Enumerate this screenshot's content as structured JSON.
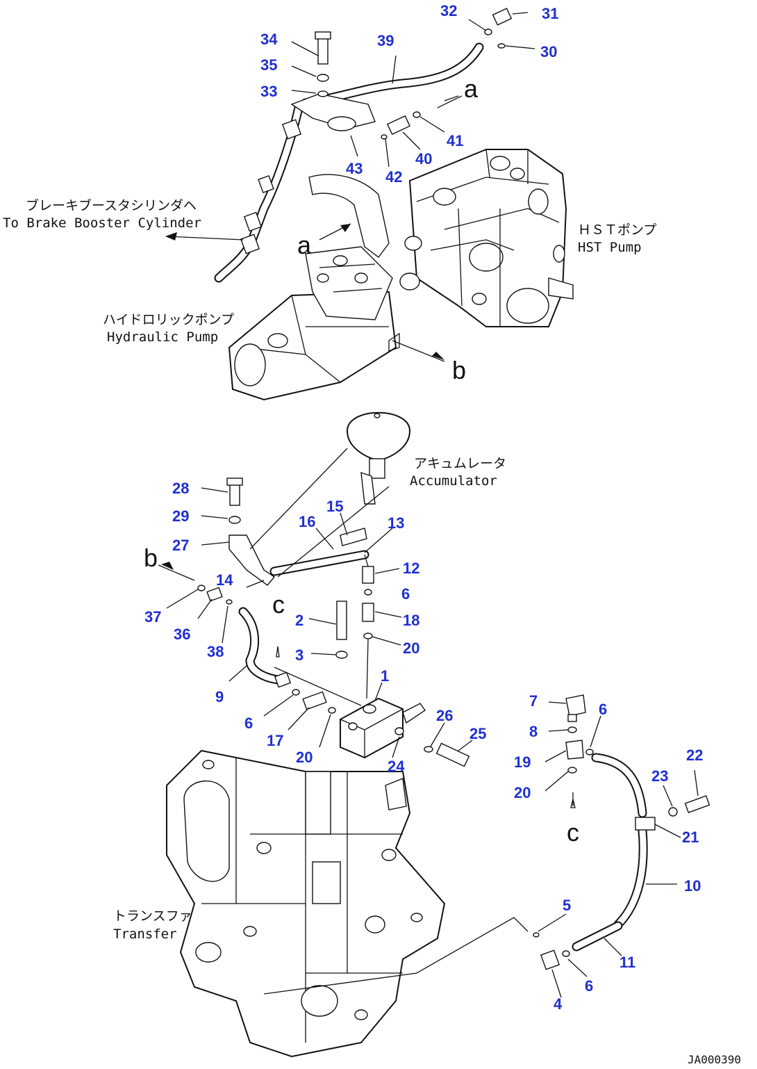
{
  "diagram": {
    "drawing_code": "JA000390",
    "labels": {
      "brake_booster_jp": "ブレーキブースタシリンダヘ",
      "brake_booster_en": "To Brake Booster Cylinder",
      "hst_pump_jp": "ＨＳＴポンプ",
      "hst_pump_en": "HST Pump",
      "hydraulic_pump_jp": "ハイドロリックポンプ",
      "hydraulic_pump_en": "Hydraulic Pump",
      "accumulator_jp": "アキュムレータ",
      "accumulator_en": "Accumulator",
      "transfer_jp": "トランスファ",
      "transfer_en": "Transfer"
    },
    "refs": {
      "a_top": "a",
      "a_mid": "a",
      "b_pump": "b",
      "b_left": "b",
      "c_left": "c",
      "c_right": "c"
    },
    "part_numbers": {
      "p1": "1",
      "p2": "2",
      "p3": "3",
      "p4": "4",
      "p5": "5",
      "p6a": "6",
      "p6b": "6",
      "p6c": "6",
      "p6d": "6",
      "p7": "7",
      "p8": "8",
      "p9": "9",
      "p10": "10",
      "p11": "11",
      "p12": "12",
      "p13": "13",
      "p14": "14",
      "p15": "15",
      "p16": "16",
      "p17": "17",
      "p18": "18",
      "p19": "19",
      "p20a": "20",
      "p20b": "20",
      "p20c": "20",
      "p21": "21",
      "p22": "22",
      "p23": "23",
      "p24": "24",
      "p25": "25",
      "p26": "26",
      "p27": "27",
      "p28": "28",
      "p29": "29",
      "p30": "30",
      "p31": "31",
      "p32": "32",
      "p33": "33",
      "p34": "34",
      "p35": "35",
      "p36": "36",
      "p37": "37",
      "p38": "38",
      "p39": "39",
      "p40": "40",
      "p41": "41",
      "p42": "42",
      "p43": "43"
    }
  }
}
